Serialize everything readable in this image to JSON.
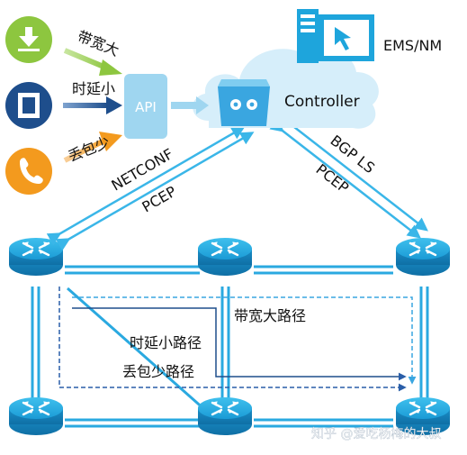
{
  "app_icons": [
    {
      "name": "download-icon",
      "color": "#8dc63f",
      "label": "带宽大"
    },
    {
      "name": "film-icon",
      "color": "#1e4e8c",
      "label": "时延小"
    },
    {
      "name": "phone-icon",
      "color": "#f39a1e",
      "label": "丢包少"
    }
  ],
  "api_label": "API",
  "controller_label": "Controller",
  "ems_label": "EMS/NM",
  "left_link_labels": [
    "NETCONF",
    "PCEP"
  ],
  "right_link_labels": [
    "BGP LS",
    "PCEP"
  ],
  "path_labels": {
    "high_bandwidth": "带宽大路径",
    "low_latency": "时延小路径",
    "low_loss": "丢包少路径"
  },
  "watermark": "知乎 @爱吃杨梅的大叔",
  "colors": {
    "router": "#1ea5dc",
    "link": "#2aa9e0",
    "arrow": "#3ab6e8",
    "cloud": "#d6eefa",
    "api_box": "#9fd6f0",
    "green": "#8dc63f",
    "blue": "#1e4e8c",
    "orange": "#f39a1e"
  }
}
